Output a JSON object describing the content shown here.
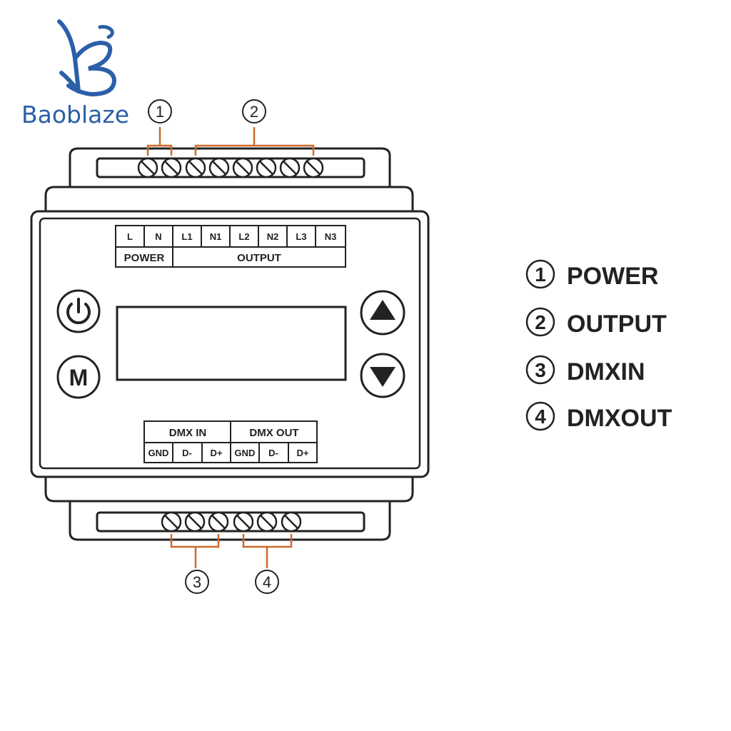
{
  "brand": {
    "name": "Baoblaze"
  },
  "device": {
    "top_labels": {
      "terminals": [
        "L",
        "N",
        "L1",
        "N1",
        "L2",
        "N2",
        "L3",
        "N3"
      ],
      "power_group": "POWER",
      "output_group": "OUTPUT"
    },
    "bottom_labels": {
      "dmx_in_group": "DMX IN",
      "dmx_out_group": "DMX OUT",
      "terminals": [
        "GND",
        "D-",
        "D+",
        "GND",
        "D-",
        "D+"
      ]
    },
    "buttons": {
      "mode_label": "M",
      "power_icon": "power-icon",
      "up_icon": "triangle-up-icon",
      "down_icon": "triangle-down-icon"
    },
    "callouts": [
      "1",
      "2",
      "3",
      "4"
    ]
  },
  "legend": [
    {
      "num": "1",
      "label": "POWER"
    },
    {
      "num": "2",
      "label": "OUTPUT"
    },
    {
      "num": "3",
      "label": "DMXIN"
    },
    {
      "num": "4",
      "label": "DMXOUT"
    }
  ],
  "colors": {
    "line": "#222222",
    "bracket": "#d06a2a",
    "brand": "#2b5fa8"
  }
}
